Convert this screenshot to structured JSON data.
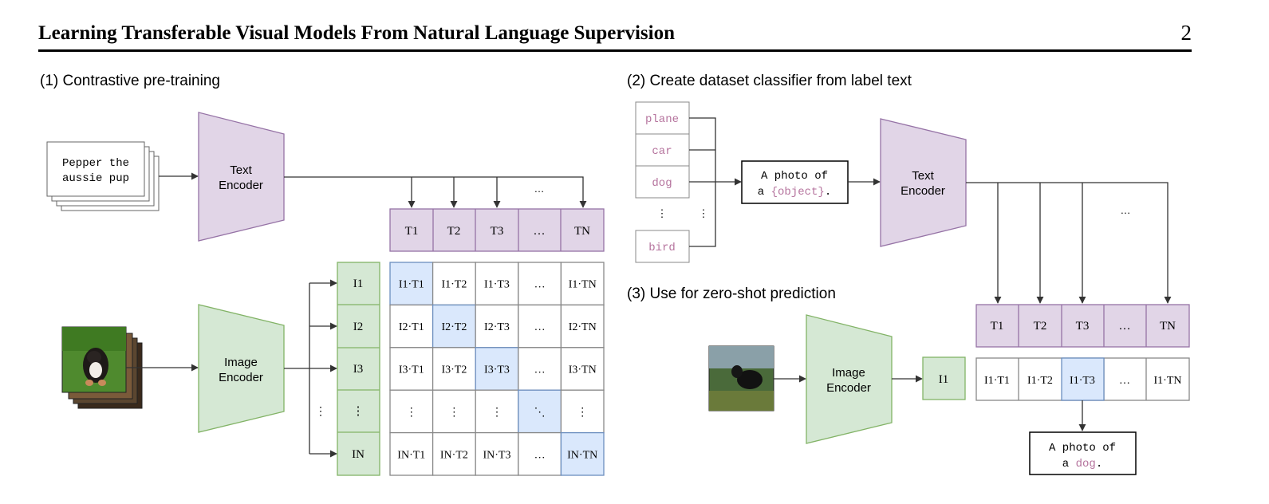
{
  "header": {
    "title": "Learning Transferable Visual Models From Natural Language Supervision",
    "page_number": "2"
  },
  "section1": {
    "title": "(1) Contrastive pre-training",
    "caption_line1": "Pepper the",
    "caption_line2": "aussie pup",
    "text_encoder": [
      "Text",
      "Encoder"
    ],
    "image_encoder": [
      "Image",
      "Encoder"
    ],
    "text_tokens": [
      "T1",
      "T2",
      "T3",
      "…",
      "TN"
    ],
    "image_tokens": [
      "I1",
      "I2",
      "I3",
      "⋮",
      "IN"
    ],
    "ellipsis": "…",
    "vdots": "⋮",
    "matrix": [
      [
        "I1·T1",
        "I1·T2",
        "I1·T3",
        "…",
        "I1·TN"
      ],
      [
        "I2·T1",
        "I2·T2",
        "I2·T3",
        "…",
        "I2·TN"
      ],
      [
        "I3·T1",
        "I3·T2",
        "I3·T3",
        "…",
        "I3·TN"
      ],
      [
        "⋮",
        "⋮",
        "⋮",
        "⋱",
        "⋮"
      ],
      [
        "IN·T1",
        "IN·T2",
        "IN·T3",
        "…",
        "IN·TN"
      ]
    ]
  },
  "section2": {
    "title": "(2) Create dataset classifier from label text",
    "labels": [
      "plane",
      "car",
      "dog",
      "bird"
    ],
    "vdots": "⋮",
    "template_line1": "A photo of",
    "template_prefix": "a ",
    "template_placeholder": "{object}",
    "template_suffix": ".",
    "text_encoder": [
      "Text",
      "Encoder"
    ],
    "ellipsis": "…"
  },
  "section3": {
    "title": "(3) Use for zero-shot prediction",
    "image_encoder": [
      "Image",
      "Encoder"
    ],
    "image_token": "I1",
    "text_tokens": [
      "T1",
      "T2",
      "T3",
      "…",
      "TN"
    ],
    "scores": [
      "I1·T1",
      "I1·T2",
      "I1·T3",
      "…",
      "I1·TN"
    ],
    "result_line1": "A photo of",
    "result_prefix": "a ",
    "result_label": "dog",
    "result_suffix": "."
  },
  "colors": {
    "text_encoder": "#e1d5e7",
    "text_encoder_border": "#9673a6",
    "image_encoder": "#d5e8d4",
    "image_encoder_border": "#82b366",
    "highlight": "#dae8fc",
    "highlight_border": "#6c8ebf",
    "label_text": "#b5739d"
  }
}
